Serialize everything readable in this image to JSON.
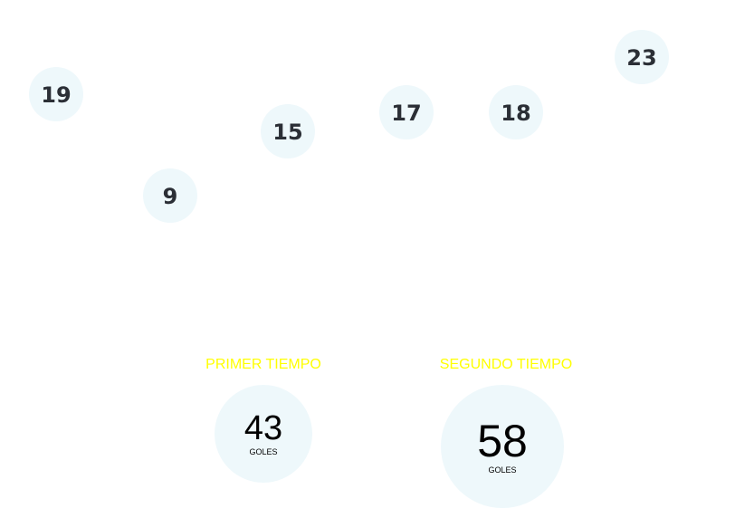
{
  "chart_data": {
    "type": "scatter",
    "series": [
      {
        "points": [
          {
            "label": "19",
            "value": 19
          },
          {
            "label": "9",
            "value": 9
          },
          {
            "label": "15",
            "value": 15
          },
          {
            "label": "17",
            "value": 17
          },
          {
            "label": "18",
            "value": 18
          },
          {
            "label": "23",
            "value": 23
          }
        ]
      }
    ]
  },
  "halves": [
    {
      "title": "PRIMER TIEMPO",
      "value": "43",
      "unit": "GOLES"
    },
    {
      "title": "SEGUNDO TIEMPO",
      "value": "58",
      "unit": "GOLES"
    }
  ],
  "colors": {
    "bubble_fill": "#eef8fb",
    "title_color": "#ffff00",
    "label_color": "#2b2f36"
  }
}
